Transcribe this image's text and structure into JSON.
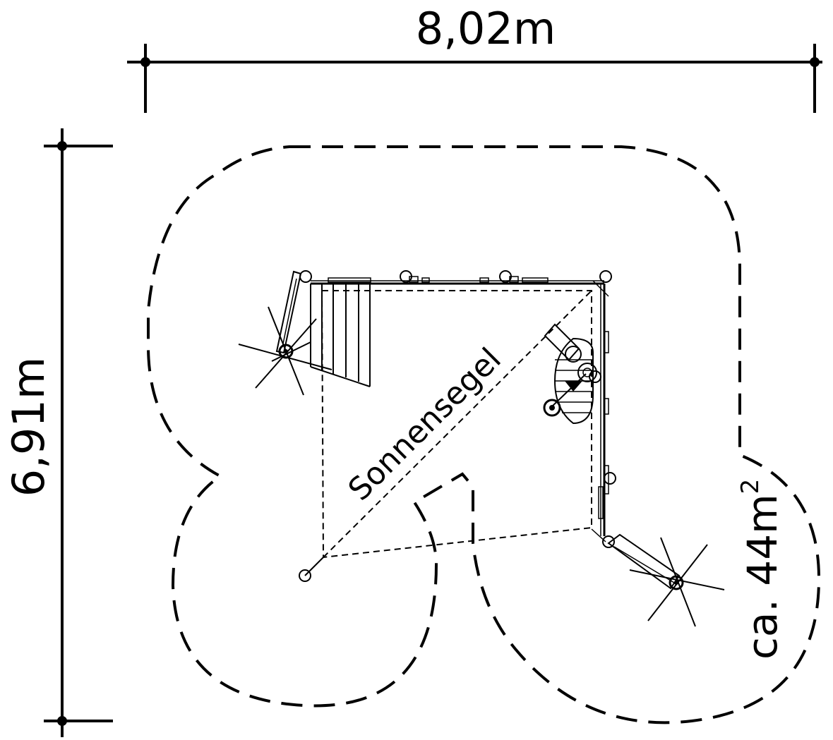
{
  "dimensions": {
    "width_label": "8,02m",
    "height_label": "6,91m"
  },
  "labels": {
    "sail": "Sonnensegel",
    "area_prefix": "ca. 44m",
    "area_superscript": "2"
  },
  "colors": {
    "ink": "#000000",
    "background": "#ffffff"
  }
}
